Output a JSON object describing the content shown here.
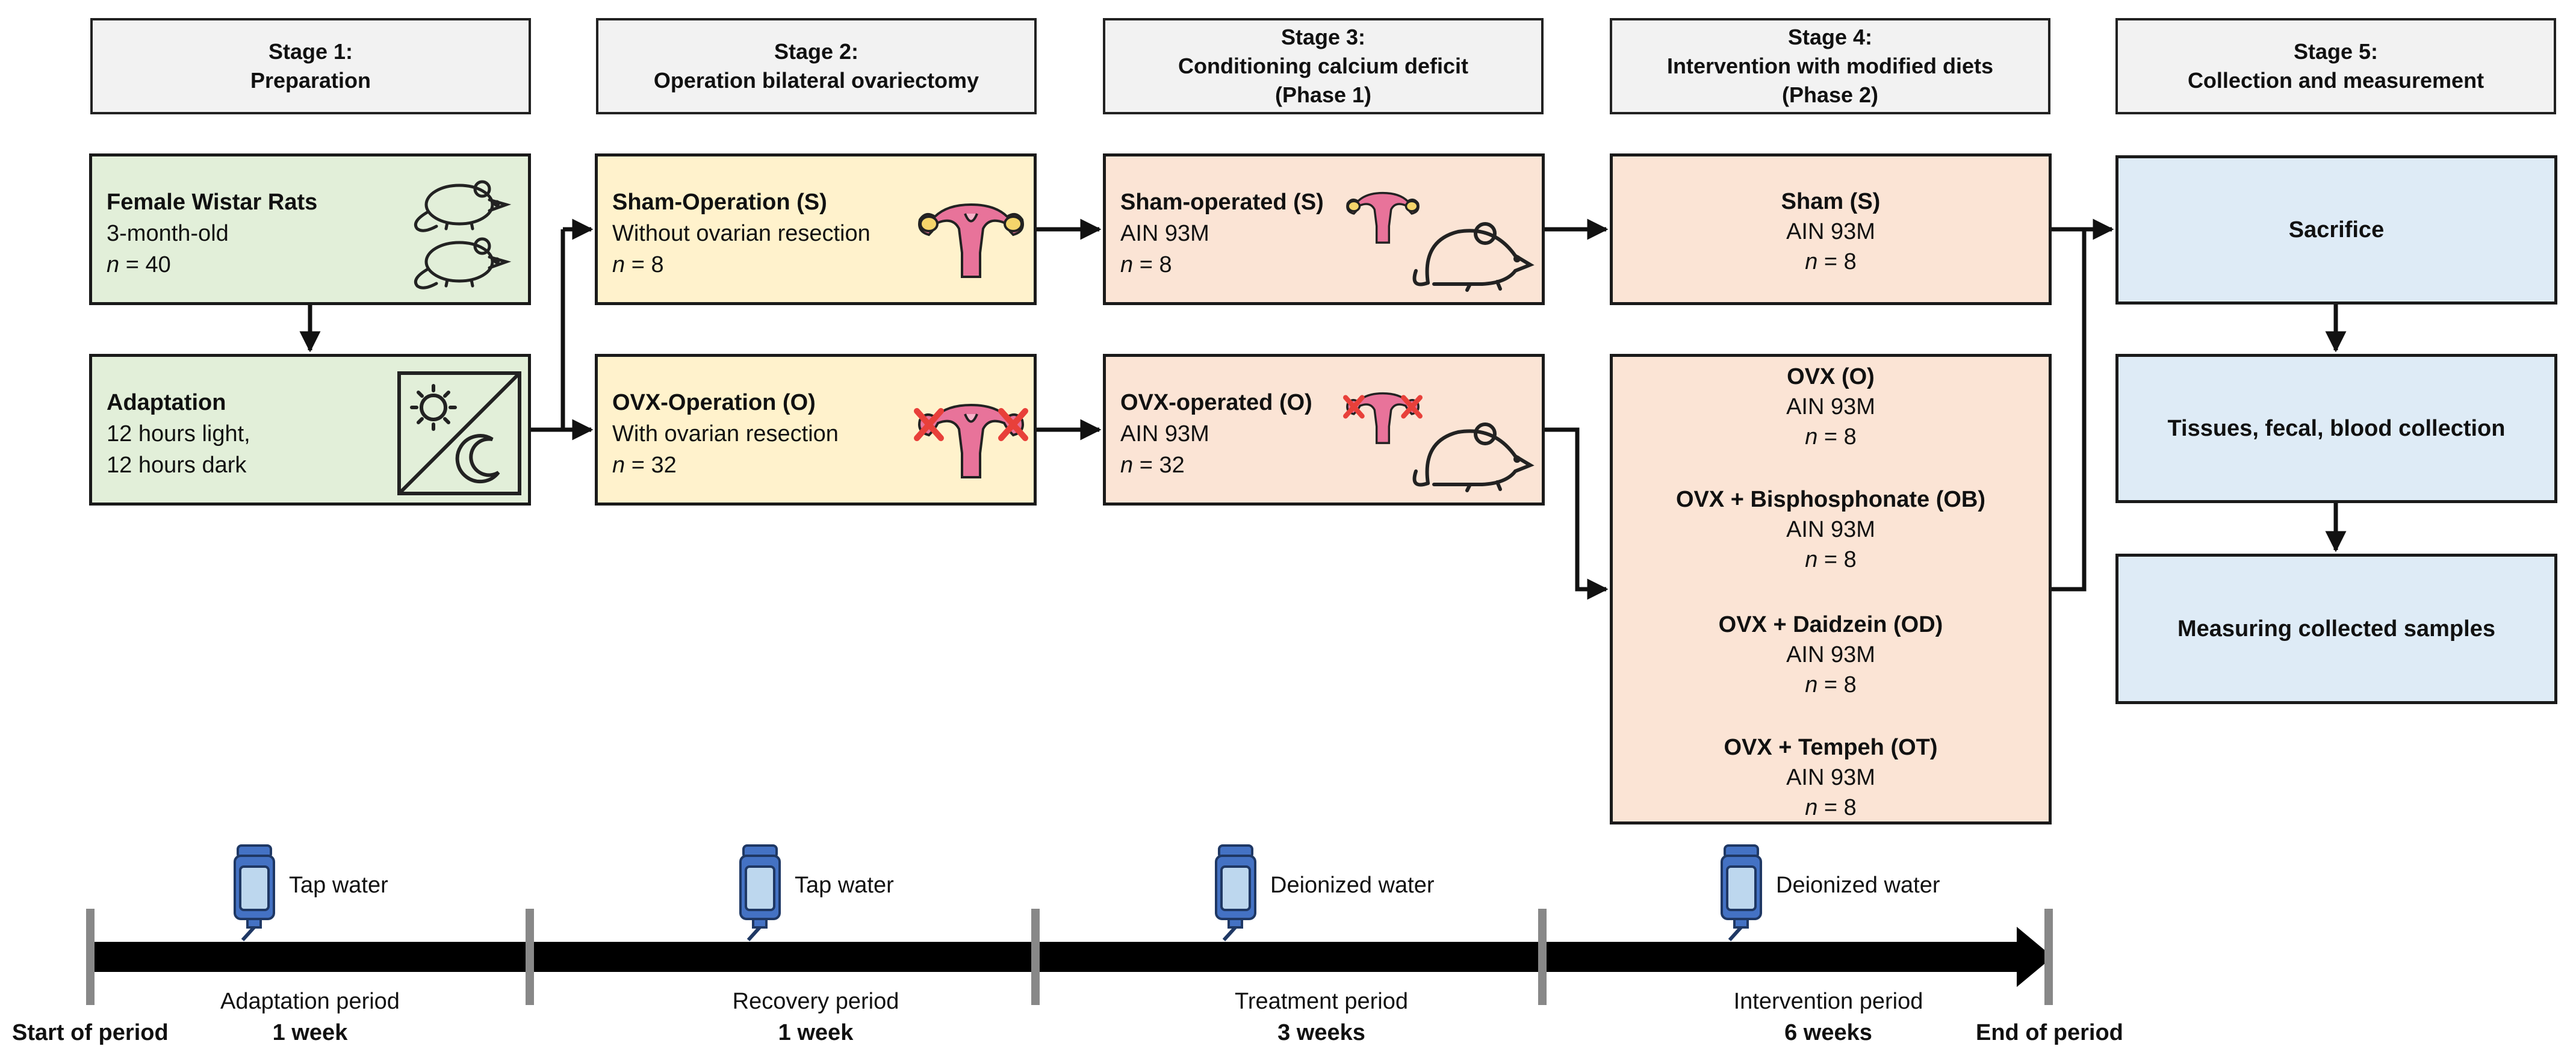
{
  "stages": [
    {
      "title": "Stage 1:",
      "subtitle": "Preparation",
      "extra": ""
    },
    {
      "title": "Stage 2:",
      "subtitle": "Operation bilateral ovariectomy",
      "extra": ""
    },
    {
      "title": "Stage 3:",
      "subtitle": "Conditioning  calcium deficit",
      "extra": "(Phase 1)"
    },
    {
      "title": "Stage 4:",
      "subtitle": "Intervention with modified diets",
      "extra": "(Phase 2)"
    },
    {
      "title": "Stage 5:",
      "subtitle": "Collection and measurement",
      "extra": ""
    }
  ],
  "stage1": {
    "rats": {
      "title": "Female Wistar Rats",
      "line2": "3-month-old",
      "n_prefix": "n",
      "n_value": "= 40"
    },
    "adaptation": {
      "title": "Adaptation",
      "line2": "12 hours light,",
      "line3": "12 hours dark"
    }
  },
  "stage2": {
    "sham": {
      "title": "Sham-Operation (S)",
      "line2": "Without ovarian resection",
      "n_prefix": "n",
      "n_value": "= 8"
    },
    "ovx": {
      "title": "OVX-Operation (O)",
      "line2": "With ovarian resection",
      "n_prefix": "n",
      "n_value": "= 32"
    }
  },
  "stage3": {
    "sham": {
      "title": "Sham-operated (S)",
      "line2": "AIN 93M",
      "n_prefix": "n",
      "n_value": "= 8"
    },
    "ovx": {
      "title": "OVX-operated (O)",
      "line2": "AIN 93M",
      "n_prefix": "n",
      "n_value": "= 32"
    }
  },
  "stage4": {
    "sham": {
      "title": "Sham (S)",
      "diet": "AIN 93M",
      "n_prefix": "n",
      "n_value": "= 8"
    },
    "groups": [
      {
        "title": "OVX (O)",
        "diet": "AIN 93M",
        "n_prefix": "n",
        "n_value": "= 8"
      },
      {
        "title": "OVX + Bisphosphonate  (OB)",
        "diet": "AIN 93M",
        "n_prefix": "n",
        "n_value": "= 8"
      },
      {
        "title": "OVX + Daidzein (OD)",
        "diet": "AIN 93M",
        "n_prefix": "n",
        "n_value": "= 8"
      },
      {
        "title": "OVX + Tempeh (OT)",
        "diet": "AIN 93M",
        "n_prefix": "n",
        "n_value": "= 8"
      }
    ]
  },
  "stage5": {
    "sacrifice": "Sacrifice",
    "collection": "Tissues, fecal, blood collection",
    "measuring": "Measuring collected samples"
  },
  "timeline": {
    "start": "Start of period",
    "end": "End of period",
    "periods": [
      {
        "name": "Adaptation period",
        "duration": "1 week",
        "water": "Tap water"
      },
      {
        "name": "Recovery period",
        "duration": "1 week",
        "water": "Tap water"
      },
      {
        "name": "Treatment period",
        "duration": "3 weeks",
        "water": "Deionized water"
      },
      {
        "name": "Intervention period",
        "duration": "6 weeks",
        "water": "Deionized water"
      }
    ]
  },
  "colors": {
    "green": "#e2efd9",
    "yellow": "#fff2cc",
    "peach": "#fbe4d5",
    "blue": "#deebf6",
    "uterus": "#e8739a",
    "cross": "#e8403a",
    "bottle": "#4472c4"
  },
  "icons": [
    "rat-icon",
    "day-night-icon",
    "uterus-icon",
    "uterus-crossed-icon",
    "water-bottle-icon"
  ]
}
